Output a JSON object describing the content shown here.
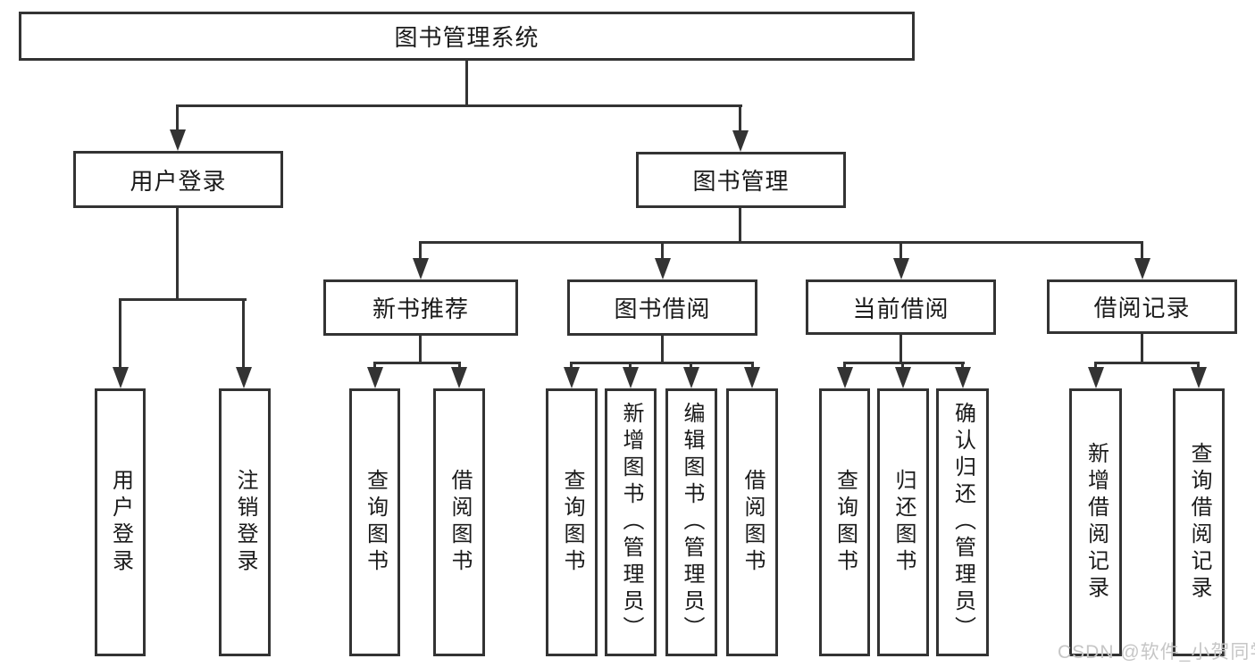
{
  "colors": {
    "line": "#333333",
    "text": "#1a1a1a",
    "watermark": "#c6c6c6",
    "background": "#ffffff"
  },
  "watermark": "CSDN @软件_小贺同学",
  "tree": {
    "root": {
      "label": "图书管理系统"
    },
    "branches": [
      {
        "label": "用户登录",
        "children": [
          {
            "label": "用户登录"
          },
          {
            "label": "注销登录"
          }
        ]
      },
      {
        "label": "图书管理",
        "children": [
          {
            "label": "新书推荐",
            "children": [
              {
                "label": "查询图书"
              },
              {
                "label": "借阅图书"
              }
            ]
          },
          {
            "label": "图书借阅",
            "children": [
              {
                "label": "查询图书"
              },
              {
                "label": "新增图书（管理员）"
              },
              {
                "label": "编辑图书（管理员）"
              },
              {
                "label": "借阅图书"
              }
            ]
          },
          {
            "label": "当前借阅",
            "children": [
              {
                "label": "查询图书"
              },
              {
                "label": "归还图书"
              },
              {
                "label": "确认归还（管理员）"
              }
            ]
          },
          {
            "label": "借阅记录",
            "children": [
              {
                "label": "新增借阅记录"
              },
              {
                "label": "查询借阅记录"
              }
            ]
          }
        ]
      }
    ]
  }
}
